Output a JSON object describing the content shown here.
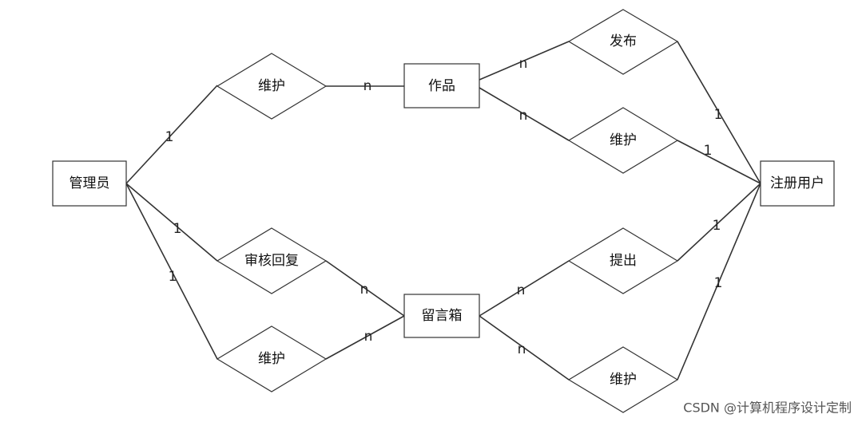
{
  "entities": {
    "admin": "管理员",
    "works": "作品",
    "user": "注册用户",
    "mailbox": "留言箱"
  },
  "relations": {
    "admin_maintain_works": "维护",
    "publish": "发布",
    "user_maintain_works": "维护",
    "review_reply": "审核回复",
    "admin_maintain_mailbox": "维护",
    "submit": "提出",
    "user_maintain_mailbox": "维护"
  },
  "cardinalities": {
    "admin_to_maintain_works": "1",
    "maintain_to_works": "n",
    "works_to_publish": "n",
    "publish_to_user": "1",
    "works_to_user_maintain": "n",
    "user_maintain_to_user": "1",
    "admin_to_review": "1",
    "review_to_mailbox": "n",
    "admin_to_maintain_mailbox": "1",
    "maintain_to_mailbox": "n",
    "mailbox_to_submit": "n",
    "submit_to_user": "1",
    "mailbox_to_user_maintain": "n",
    "user_maintain2_to_user": "1"
  },
  "watermark": "CSDN @计算机程序设计定制"
}
